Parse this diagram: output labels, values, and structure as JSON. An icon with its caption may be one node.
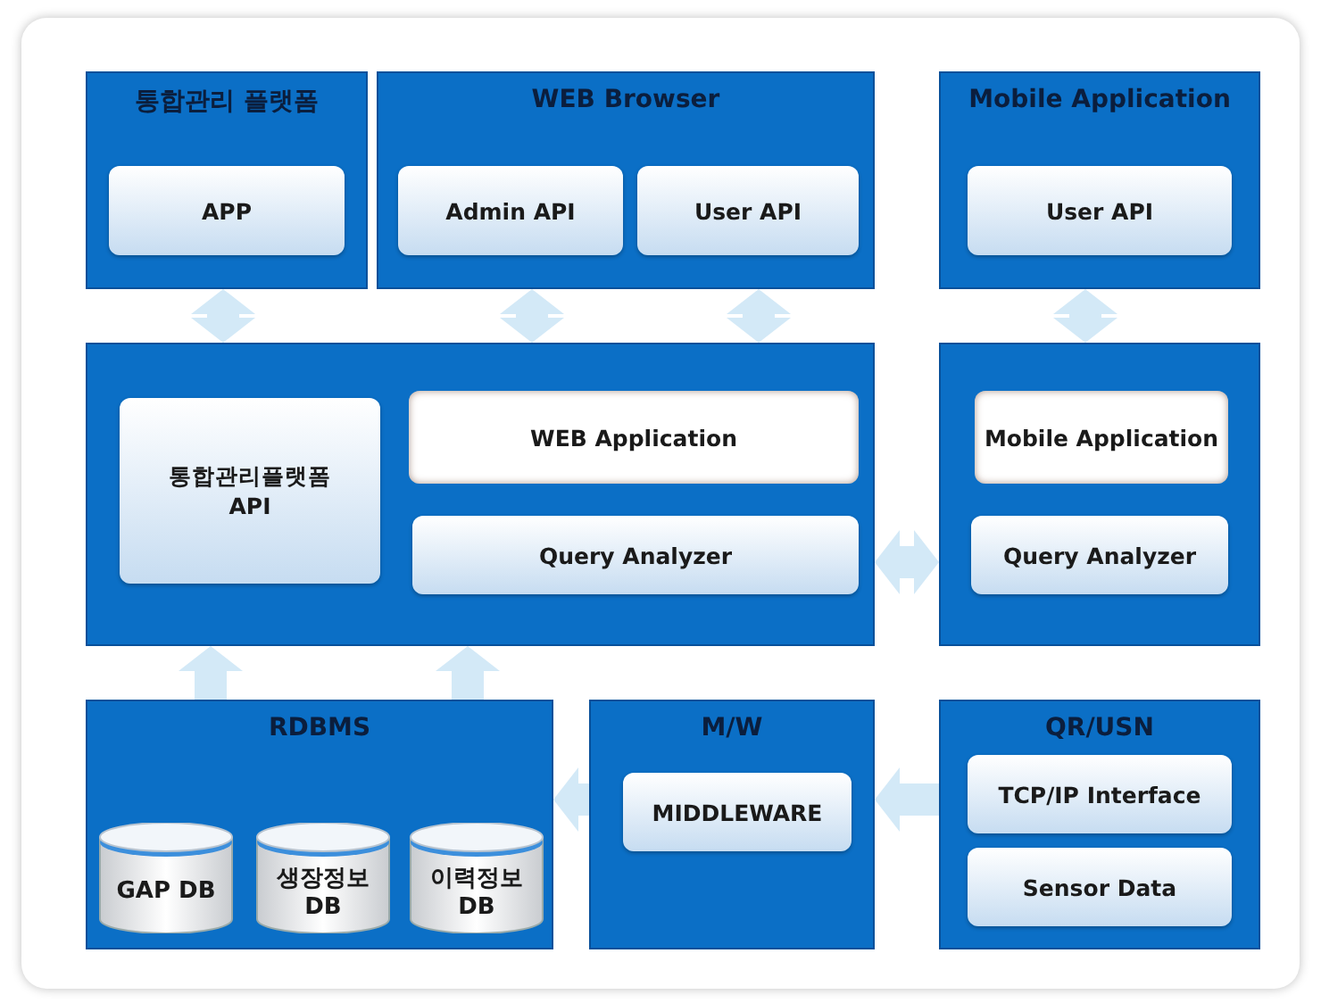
{
  "diagram": {
    "nodes": [
      {
        "text": [
          "통합관리 플랫폼"
        ]
      },
      {
        "text": [
          "APP"
        ],
        "in": 0
      },
      {
        "text": [
          "WEB Browser"
        ]
      },
      {
        "text": [
          "Admin API"
        ],
        "in": 2
      },
      {
        "text": [
          "User API"
        ],
        "in": 2
      },
      {
        "text": [
          "Mobile Application"
        ]
      },
      {
        "text": [
          "User API"
        ],
        "in": 5
      },
      {
        "text": [],
        "shape": "box"
      },
      {
        "text": [
          "통합관리플랫폼 API"
        ],
        "in": 7
      },
      {
        "text": [
          "WEB Application"
        ],
        "in": 7
      },
      {
        "text": [
          "Query Analyzer"
        ],
        "in": 7
      },
      {
        "text": [],
        "shape": "box"
      },
      {
        "text": [
          "Mobile Application"
        ],
        "in": 11
      },
      {
        "text": [
          "Query Analyzer"
        ],
        "in": 11
      },
      {
        "text": [
          "RDBMS"
        ]
      },
      {
        "text": [
          "GAP DB"
        ],
        "in": 14
      },
      {
        "text": [
          "생장정보 DB"
        ],
        "in": 14
      },
      {
        "text": [
          "이력정보 DB"
        ],
        "in": 14
      },
      {
        "text": [
          "M/W"
        ]
      },
      {
        "text": [
          "MIDDLEWARE"
        ],
        "in": 18
      },
      {
        "text": [
          "QR/USN"
        ]
      },
      {
        "text": [
          "TCP/IP Interface"
        ],
        "in": 20
      },
      {
        "text": [
          "Sensor Data"
        ],
        "in": 20
      }
    ],
    "edges": [
      {
        "from": 0,
        "to": 7,
        "arrow": "both"
      },
      {
        "from": 2,
        "to": 7,
        "arrow": "both"
      },
      {
        "from": 2,
        "to": 7,
        "arrow": "both"
      },
      {
        "from": 5,
        "to": 11,
        "arrow": "both"
      },
      {
        "from": 7,
        "to": 11,
        "arrow": "both"
      },
      {
        "from": 14,
        "to": 7,
        "arrow": "to"
      },
      {
        "from": 14,
        "to": 7,
        "arrow": "to"
      },
      {
        "from": 18,
        "to": 14,
        "arrow": "to"
      },
      {
        "from": 20,
        "to": 18,
        "arrow": "to"
      }
    ]
  }
}
